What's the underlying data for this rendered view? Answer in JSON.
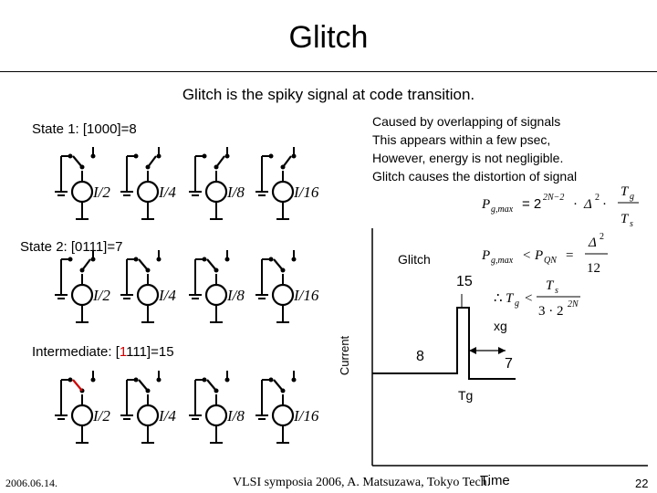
{
  "header": {
    "title": "Glitch",
    "subtitle": "Glitch is the spiky signal at code transition."
  },
  "states": {
    "state1": "State 1: [1000]=8",
    "state2": "State 2: [0111]=7",
    "intermediate_prefix": "Intermediate: [",
    "intermediate_code": "1",
    "intermediate_suffix": "111]=15"
  },
  "current_sources": {
    "labels": [
      "I/2",
      "I/4",
      "I/8",
      "I/16"
    ]
  },
  "note": {
    "lines": [
      "Caused by overlapping of signals",
      "This appears within a few psec,",
      "However, energy is not negligible.",
      "Glitch causes the distortion of signal"
    ]
  },
  "formulas": {
    "f1": "Pg,max = 2^(2N-2) · Δ² · Tg / Ts",
    "f2": "Pg,max < PQN = Δ² / 12",
    "f3": "∴ Tg < Ts / (3 · 2^(2N))"
  },
  "graph": {
    "glitch_label": "Glitch",
    "peak_value": "15",
    "before_value": "8",
    "after_value": "7",
    "xg_label": "xg",
    "tg_label": "Tg",
    "y_axis_label": "Current",
    "x_axis_label": "Time"
  },
  "footer": {
    "date": "2006.06.14.",
    "credit": "VLSI symposia 2006, A. Matsuzawa, Tokyo Tech.",
    "page": "22"
  },
  "colors": {
    "accent": "#d00000",
    "ink": "#000000"
  }
}
